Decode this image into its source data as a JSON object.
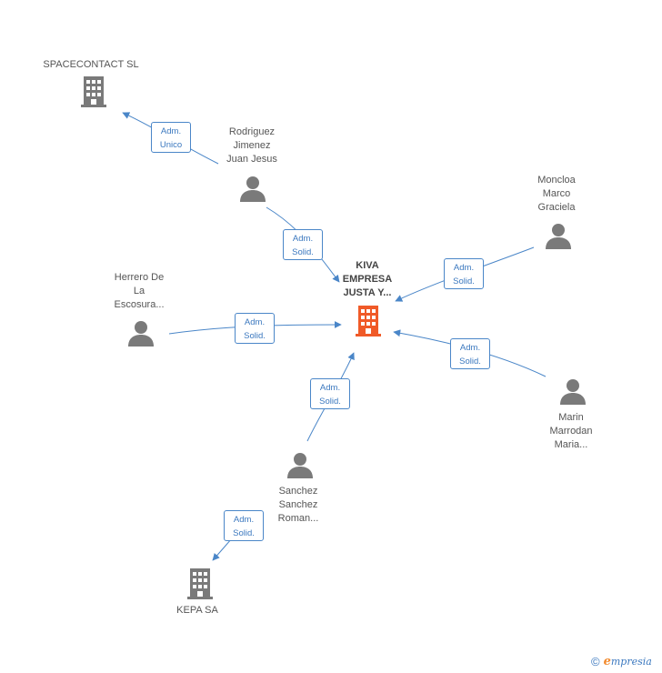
{
  "nodes": {
    "center": {
      "kind": "company-highlight",
      "lines": [
        "KIVA",
        "EMPRESA",
        "JUSTA Y..."
      ]
    },
    "spacecontact": {
      "kind": "company",
      "lines": [
        "SPACECONTACT SL"
      ]
    },
    "kepa": {
      "kind": "company",
      "lines": [
        "KEPA SA"
      ]
    },
    "rodriguez": {
      "kind": "person",
      "lines": [
        "Rodriguez",
        "Jimenez",
        "Juan Jesus"
      ]
    },
    "moncloa": {
      "kind": "person",
      "lines": [
        "Moncloa",
        "Marco",
        "Graciela"
      ]
    },
    "herrero": {
      "kind": "person",
      "lines": [
        "Herrero De",
        "La",
        "Escosura..."
      ]
    },
    "marin": {
      "kind": "person",
      "lines": [
        "Marin",
        "Marrodan",
        "Maria..."
      ]
    },
    "sanchez": {
      "kind": "person",
      "lines": [
        "Sanchez",
        "Sanchez",
        "Roman..."
      ]
    }
  },
  "edges": [
    {
      "from": "rodriguez",
      "to": "spacecontact",
      "label": [
        "Adm.",
        "Unico"
      ]
    },
    {
      "from": "rodriguez",
      "to": "center",
      "label": [
        "Adm.",
        "Solid."
      ]
    },
    {
      "from": "moncloa",
      "to": "center",
      "label": [
        "Adm.",
        "Solid."
      ]
    },
    {
      "from": "herrero",
      "to": "center",
      "label": [
        "Adm.",
        "Solid."
      ]
    },
    {
      "from": "marin",
      "to": "center",
      "label": [
        "Adm.",
        "Solid."
      ]
    },
    {
      "from": "sanchez",
      "to": "center",
      "label": [
        "Adm.",
        "Solid."
      ]
    },
    {
      "from": "sanchez",
      "to": "kepa",
      "label": [
        "Adm.",
        "Solid."
      ]
    }
  ],
  "footer": {
    "copyright": "©",
    "brand_initial": "e",
    "brand_rest": "mpresia"
  },
  "colors": {
    "edge": "#4a86c8",
    "icon": "#7a7a7a",
    "highlight": "#f05a28"
  }
}
